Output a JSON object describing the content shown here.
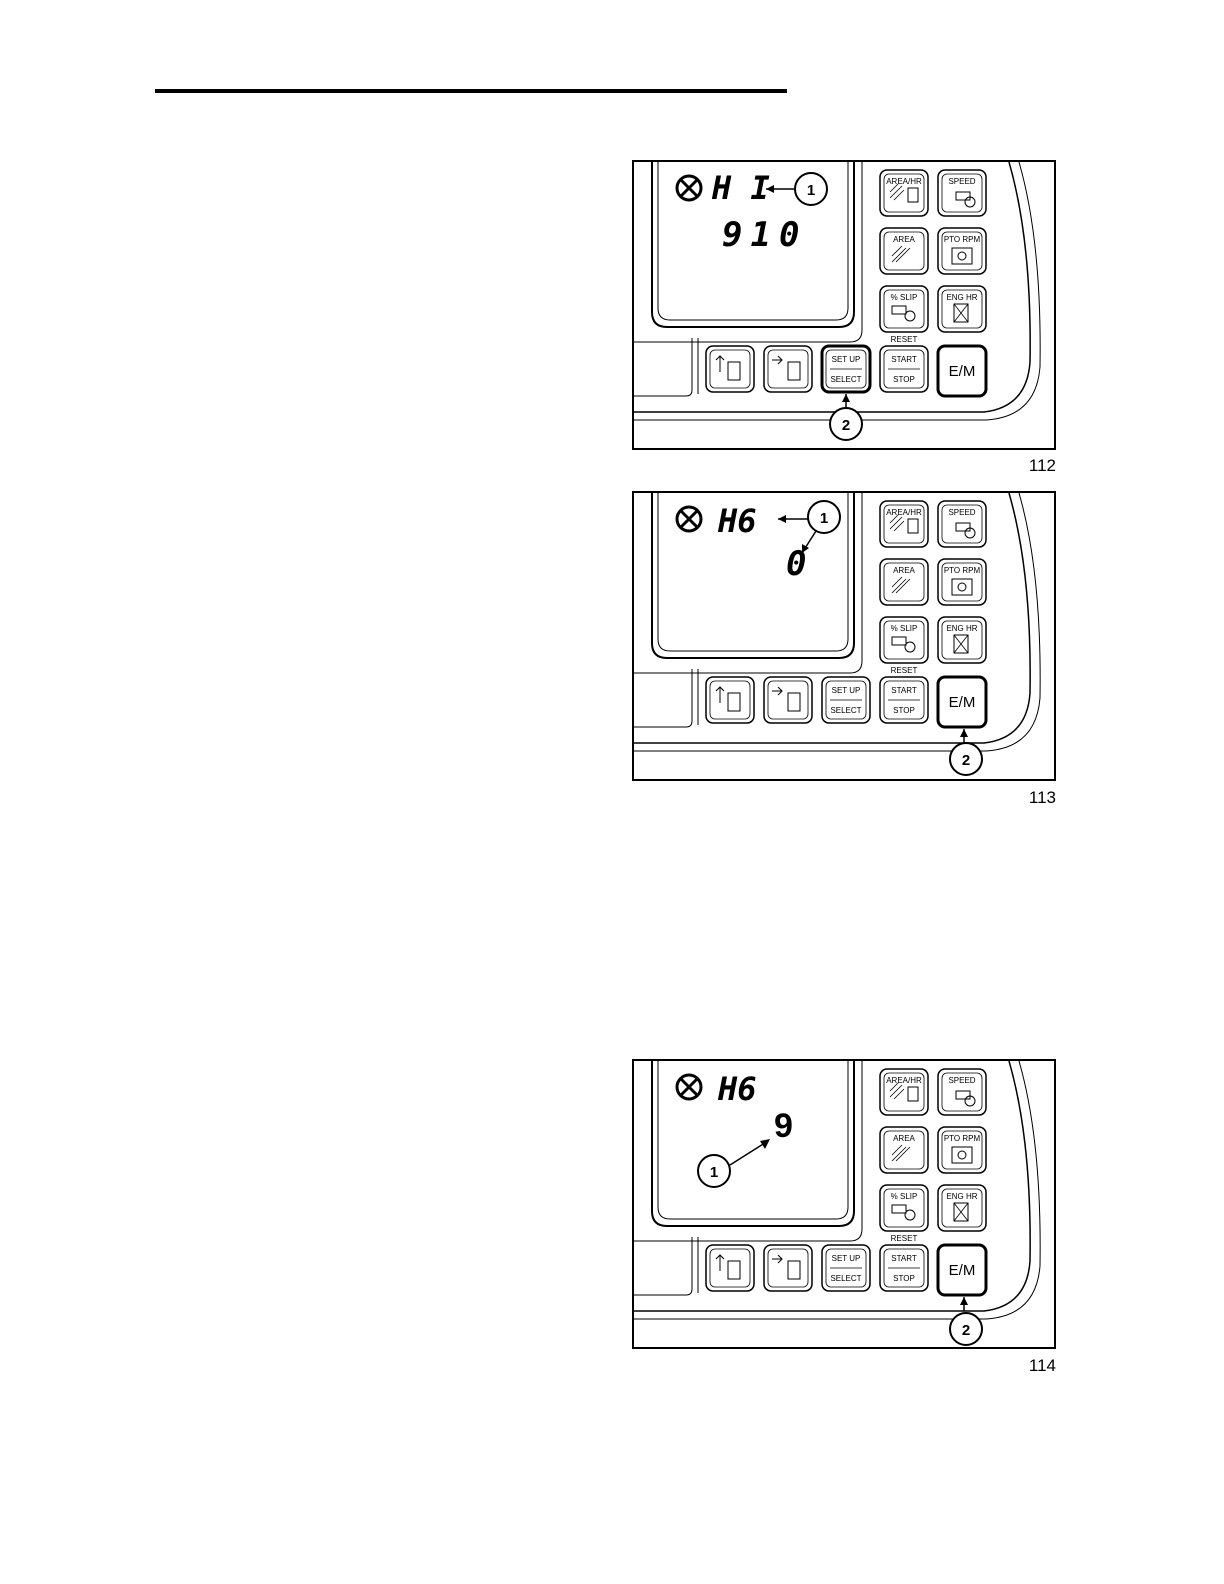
{
  "figures": [
    {
      "number": "112",
      "display_mode": "H I",
      "display_value": "910",
      "callout_display": "1",
      "callout_button": "2",
      "highlight": "setup"
    },
    {
      "number": "113",
      "display_mode": "H6",
      "display_value": "0",
      "callout_display": "1",
      "callout_button": "2",
      "highlight": "em"
    },
    {
      "number": "114",
      "display_mode": "H6",
      "display_value": "9",
      "callout_display": "1",
      "callout_button": "2",
      "highlight": "em"
    }
  ],
  "keys": {
    "area_hr": "AREA/HR",
    "speed": "SPEED",
    "area": "AREA",
    "pto_rpm": "PTO RPM",
    "slip": "% SLIP",
    "eng_hr": "ENG HR",
    "reset": "RESET",
    "set_up": "SET UP",
    "select": "SELECT",
    "start": "START",
    "stop": "STOP",
    "em": "E/M"
  }
}
